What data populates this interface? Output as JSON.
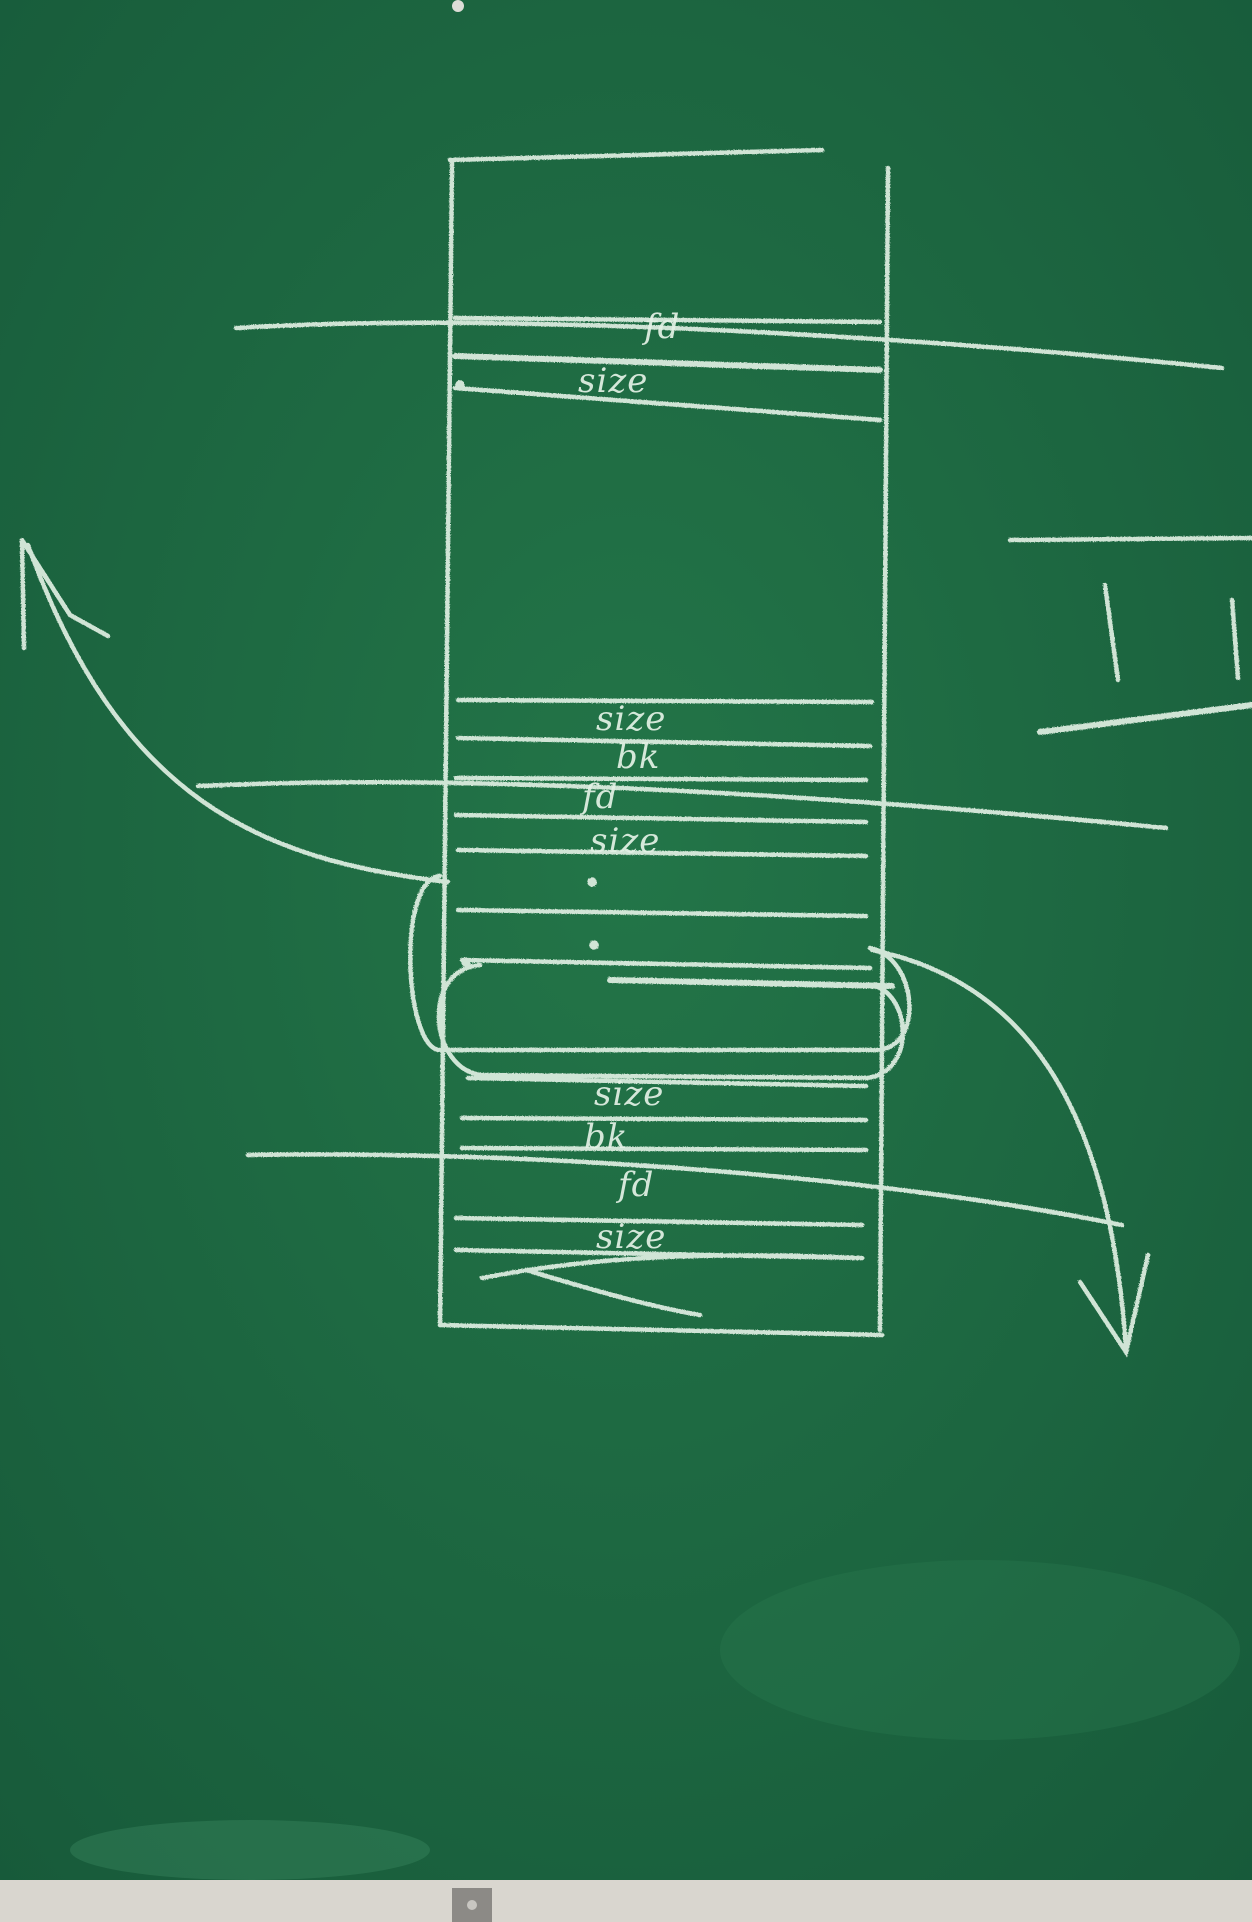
{
  "scene": {
    "subject": "chalkboard",
    "colors": {
      "board": "#1f6b43",
      "board_dark": "#17573a",
      "chalk": "#e4f2e6",
      "ledge": "#d9d6cf"
    }
  },
  "labels": {
    "block1_top": "fd",
    "block1_bottom": "size",
    "block2_size": "size",
    "block2_bk": "bk",
    "block3_fd": "fd",
    "block3_size": "size",
    "dot1": ".",
    "dot2": ".",
    "block4_size": "size",
    "block4_bk": "bk",
    "block5_fd": "fd",
    "block5_size": "size"
  }
}
